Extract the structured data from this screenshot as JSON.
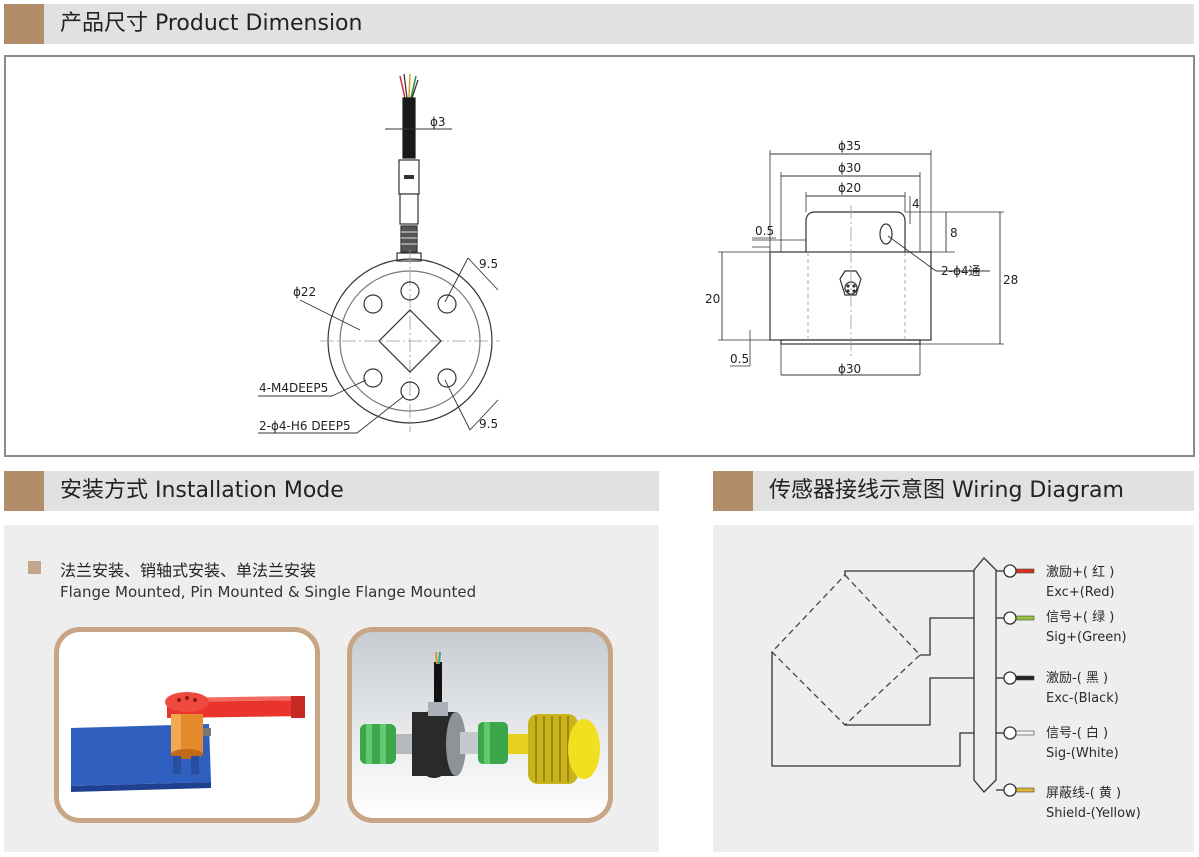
{
  "sections": {
    "dimension": {
      "title": "产品尺寸 Product Dimension"
    },
    "installation": {
      "title": "安装方式 Installation Mode"
    },
    "wiring": {
      "title": "传感器接线示意图 Wiring Diagram"
    }
  },
  "dimension_drawing": {
    "left_view": {
      "cable_dia": "ϕ3",
      "outer_dia": "ϕ22",
      "offset_top": "9.5",
      "offset_bottom": "9.5",
      "threaded_holes": "4-M4DEEP5",
      "pin_holes": "2-ϕ4-H6 DEEP5"
    },
    "right_view": {
      "dia_35": "ϕ35",
      "dia_30_top": "ϕ30",
      "dia_20": "ϕ20",
      "dim_4": "4",
      "dim_8": "8",
      "dim_05_top": "0.5",
      "through_holes": "2-ϕ4通",
      "height_20": "20",
      "height_28": "28",
      "dim_05_bottom": "0.5",
      "dia_30_bottom": "ϕ30"
    }
  },
  "installation": {
    "modes_cn": "法兰安装、销轴式安装、单法兰安装",
    "modes_en": "Flange Mounted, Pin Mounted & Single Flange Mounted",
    "accent_color": "#c8a585"
  },
  "wiring": {
    "wires": [
      {
        "cn": "激励+( 红 )",
        "en": "Exc+(Red)",
        "color": "#d9321f"
      },
      {
        "cn": "信号+( 绿 )",
        "en": "Sig+(Green)",
        "color": "#9bc23c"
      },
      {
        "cn": "激励-( 黑 )",
        "en": "Exc-(Black)",
        "color": "#222222"
      },
      {
        "cn": "信号-( 白 )",
        "en": "Sig-(White)",
        "color": "#f2f2f2"
      },
      {
        "cn": "屏蔽线-( 黄 )",
        "en": "Shield-(Yellow)",
        "color": "#e0b43a"
      }
    ]
  }
}
